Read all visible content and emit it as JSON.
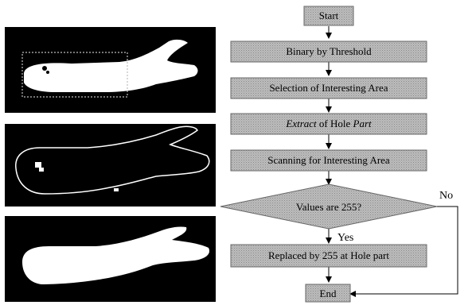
{
  "flowchart": {
    "start": "Start",
    "step1": "Binary by Threshold",
    "step2": "Selection of Interesting Area",
    "step3_prefix": "Extract",
    "step3_mid": " of Hole ",
    "step3_suffix": "Part",
    "step4": "Scanning for Interesting Area",
    "decision": "Values are 255?",
    "no_label": "No",
    "yes_label": "Yes",
    "step5": "Replaced by 255 at Hole part",
    "end": "End"
  },
  "images": [
    {
      "content": "binary silhouette with selection rectangle"
    },
    {
      "content": "extracted boundary outline with hole spots"
    },
    {
      "content": "filled binary silhouette"
    }
  ],
  "colors": {
    "box_fill": "#b3b3b3",
    "panel_bg": "#000000",
    "shape_fill": "#ffffff"
  }
}
